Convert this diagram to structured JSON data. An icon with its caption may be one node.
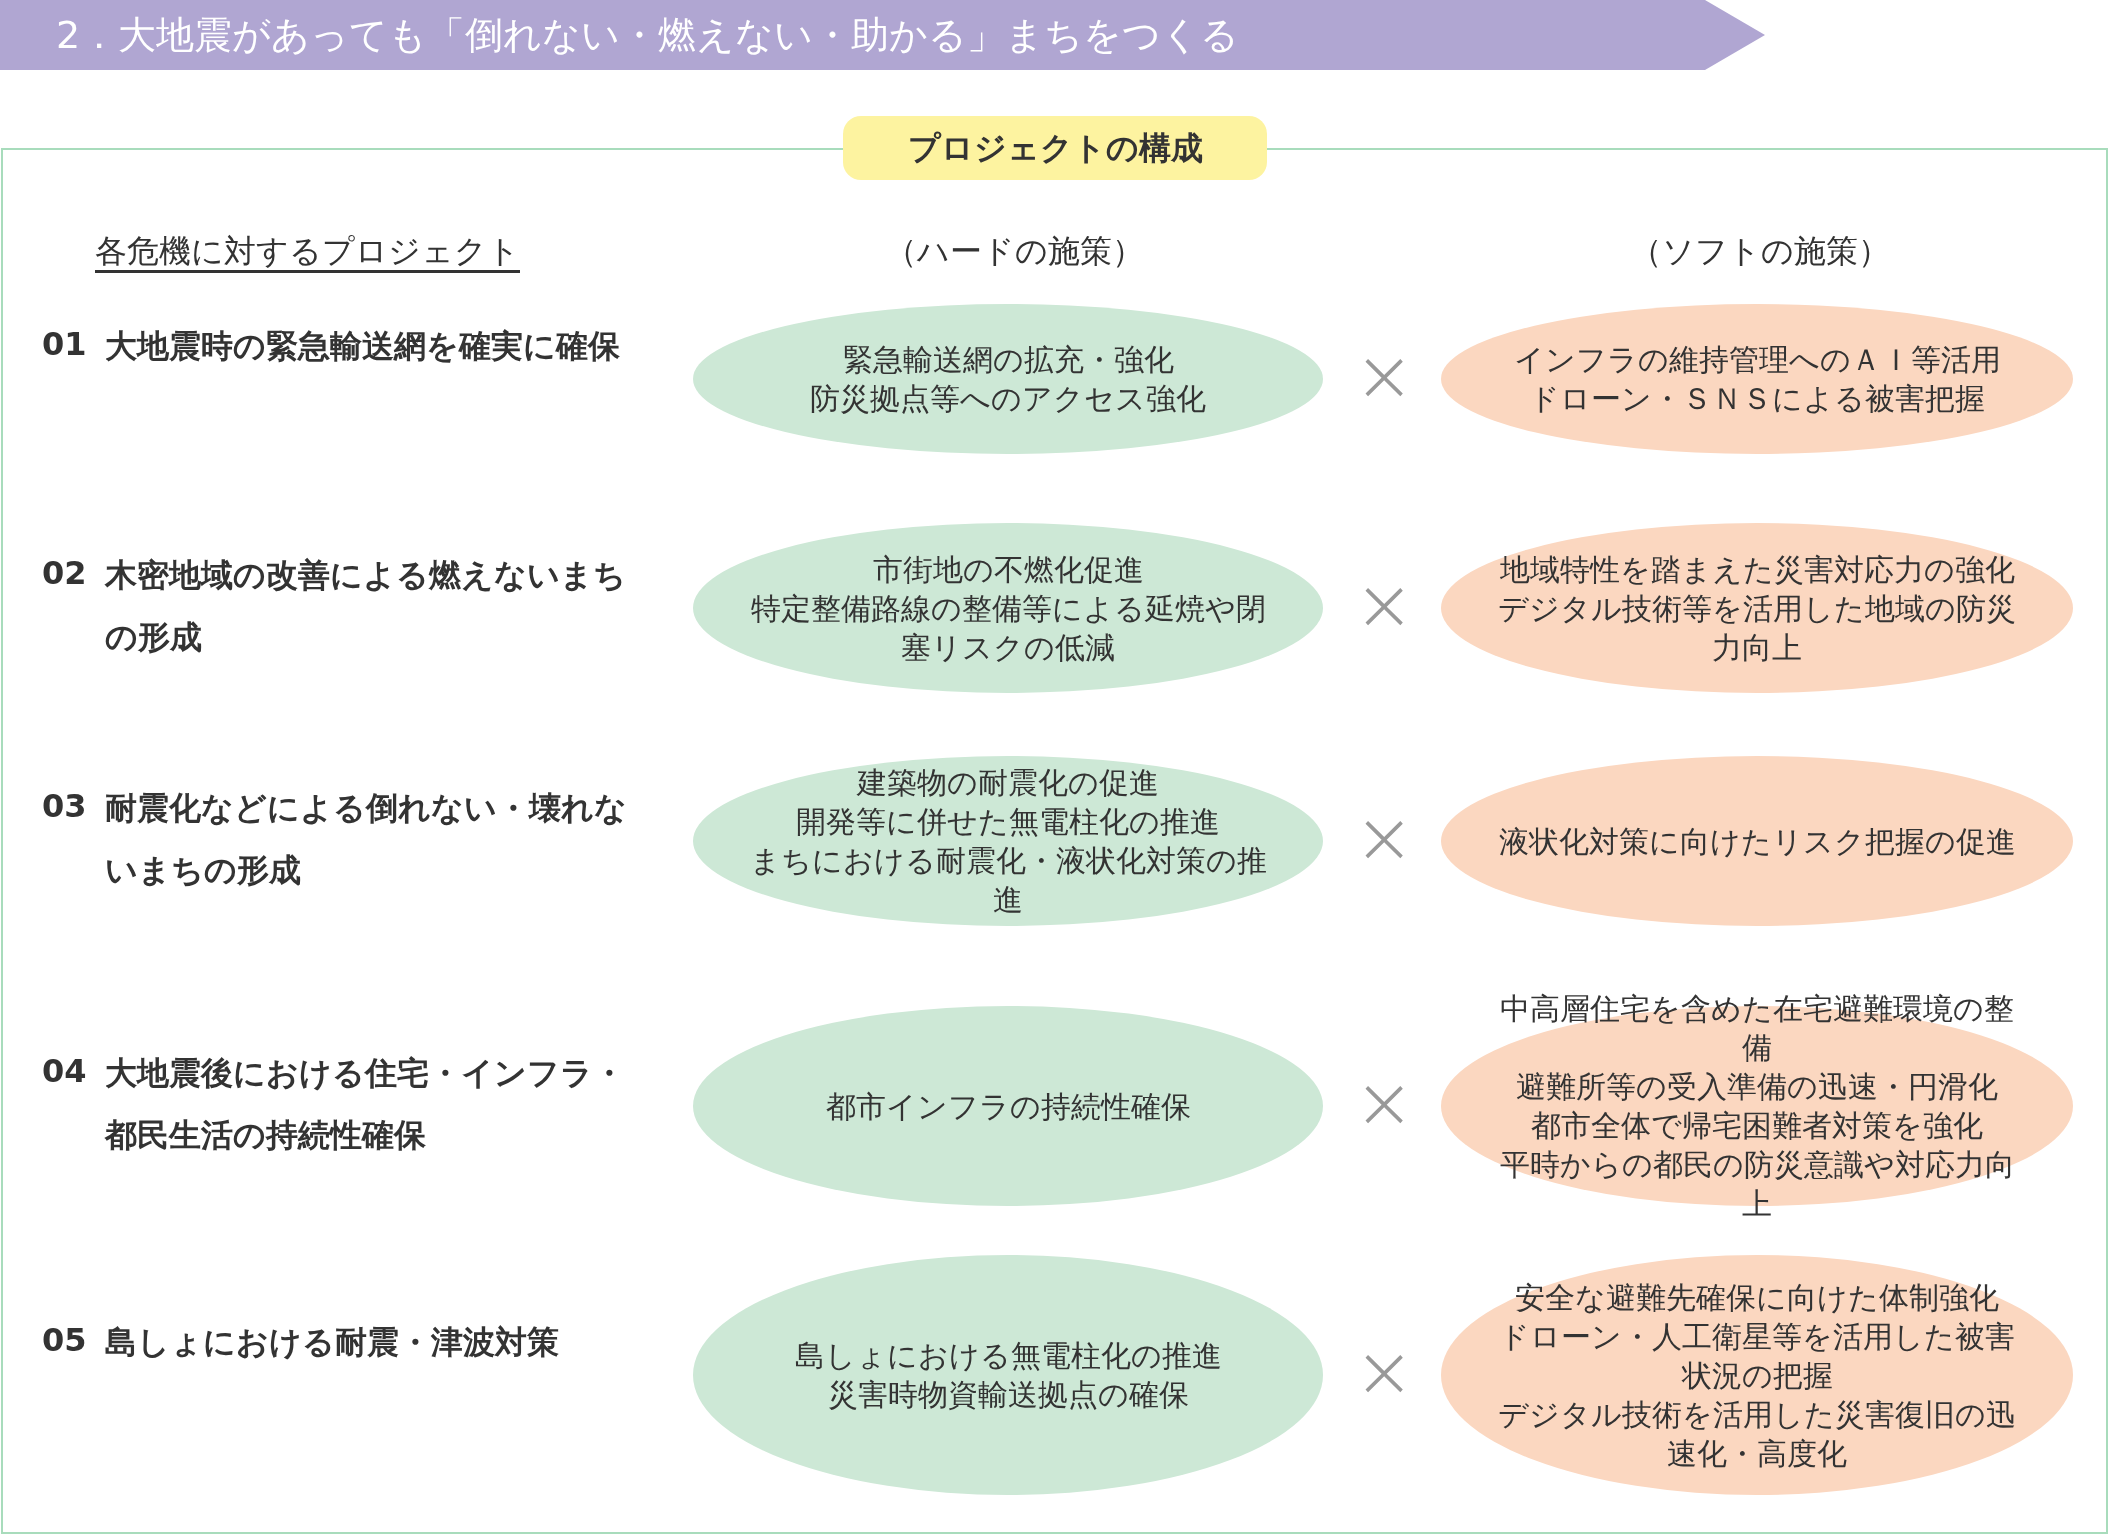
{
  "diagram": {
    "title": "2．大地震があっても「倒れない・燃えない・助かる」まちをつくる",
    "nodes": [
      {
        "text": [
          "プロジェクトの構成"
        ]
      },
      {
        "text": [
          "緊急輸送網の拡充・強化",
          "防災拠点等へのアクセス強化"
        ],
        "in": 0
      },
      {
        "text": [
          "インフラの維持管理へのＡＩ等活用",
          "ドローン・ＳＮＳによる被害把握"
        ],
        "in": 0
      },
      {
        "text": [
          "市街地の不燃化促進",
          "特定整備路線の整備等による延焼や閉塞リスクの低減"
        ],
        "in": 0
      },
      {
        "text": [
          "地域特性を踏まえた災害対応力の強化",
          "デジタル技術等を活用した地域の防災力向上"
        ],
        "in": 0
      },
      {
        "text": [
          "建築物の耐震化の促進",
          "開発等に併せた無電柱化の推進",
          "まちにおける耐震化・液状化対策の推進"
        ],
        "in": 0
      },
      {
        "text": [
          "液状化対策に向けたリスク把握の促進"
        ],
        "in": 0
      },
      {
        "text": [
          "都市インフラの持続性確保"
        ],
        "in": 0
      },
      {
        "text": [
          "中高層住宅を含めた在宅避難環境の整備",
          "避難所等の受入準備の迅速・円滑化",
          "都市全体で帰宅困難者対策を強化",
          "平時からの都民の防災意識や対応力向上"
        ],
        "in": 0
      },
      {
        "text": [
          "島しょにおける無電柱化の推進",
          "災害時物資輸送拠点の確保"
        ],
        "in": 0
      },
      {
        "text": [
          "安全な避難先確保に向けた体制強化",
          "ドローン・人工衛星等を活用した被害状況の把握",
          "デジタル技術を活用した災害復旧の迅速化・高度化"
        ],
        "in": 0
      }
    ],
    "labels": [
      "各危機に対するプロジェクト",
      "（ハードの施策）",
      "（ソフトの施策）",
      "01",
      "大地震時の緊急輸送網を確実に確保",
      "×",
      "02",
      "木密地域の改善による燃えないまちの形成",
      "×",
      "03",
      "耐震化などによる倒れない・壊れないまちの形成",
      "×",
      "04",
      "大地震後における住宅・インフラ・都民生活の持続性確保",
      "×",
      "05",
      "島しょにおける耐震・津波対策",
      "×"
    ]
  }
}
